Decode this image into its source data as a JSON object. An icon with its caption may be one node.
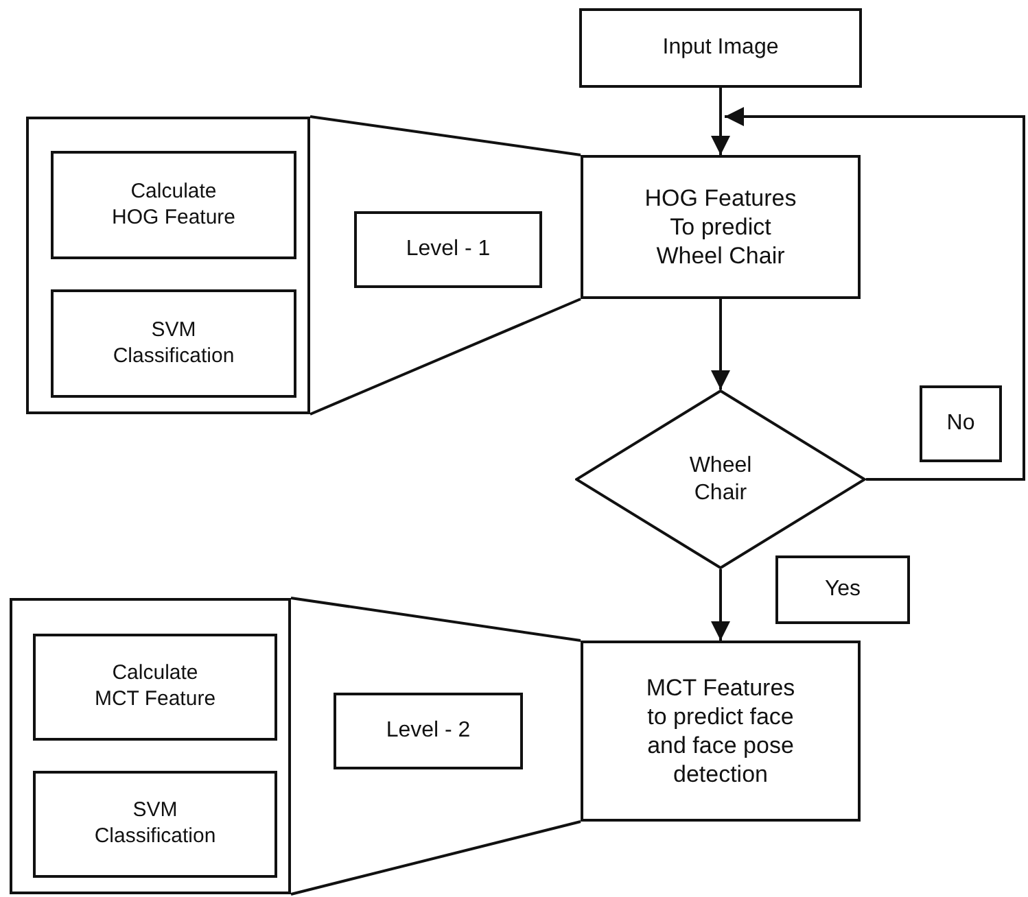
{
  "diagram": {
    "nodes": [
      {
        "text": [
          "Input Image"
        ]
      },
      {
        "text": [],
        "shape": "box"
      },
      {
        "text": [
          "Calculate HOG Feature"
        ],
        "in": 1
      },
      {
        "text": [
          "SVM Classification"
        ],
        "in": 1
      },
      {
        "text": [
          "Level - 1"
        ]
      },
      {
        "text": [
          "HOG Features To predict Wheel Chair"
        ]
      },
      {
        "text": [
          "Wheel Chair"
        ]
      },
      {
        "text": [
          "No"
        ]
      },
      {
        "text": [
          "Yes"
        ]
      },
      {
        "text": [],
        "shape": "box"
      },
      {
        "text": [
          "Calculate MCT Feature"
        ],
        "in": 9
      },
      {
        "text": [
          "SVM Classification"
        ],
        "in": 9
      },
      {
        "text": [
          "Level - 2"
        ]
      },
      {
        "text": [
          "MCT Features to predict face and face pose detection"
        ]
      }
    ],
    "edges": [
      {
        "from": 0,
        "to": 5,
        "arrow": "to"
      },
      {
        "from": 6,
        "to": 5,
        "arrow": "to"
      },
      {
        "from": 5,
        "to": 6,
        "arrow": "to"
      },
      {
        "from": 6,
        "to": 13,
        "arrow": "to"
      },
      {
        "from": 1,
        "to": 5,
        "arrow": "none"
      },
      {
        "from": 1,
        "to": 5,
        "arrow": "none"
      },
      {
        "from": 9,
        "to": 13,
        "arrow": "none"
      },
      {
        "from": 9,
        "to": 13,
        "arrow": "none"
      }
    ]
  }
}
